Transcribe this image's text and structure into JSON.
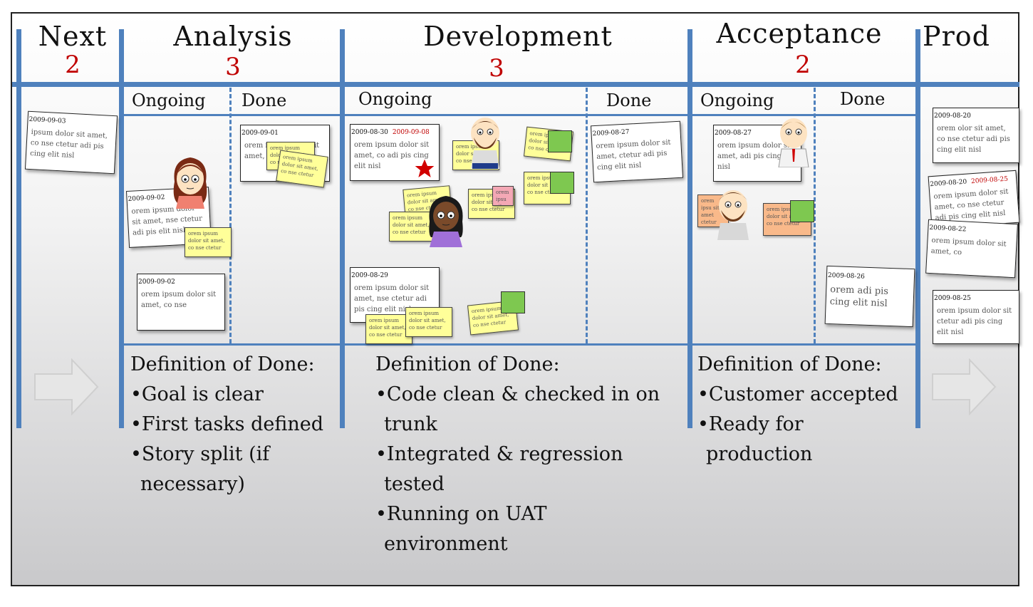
{
  "columns": [
    {
      "name": "Next",
      "wip": "2"
    },
    {
      "name": "Analysis",
      "wip": "3"
    },
    {
      "name": "Development",
      "wip": "3"
    },
    {
      "name": "Acceptance",
      "wip": "2"
    },
    {
      "name": "Prod"
    }
  ],
  "subcolumns": {
    "analysis_ongoing": "Ongoing",
    "analysis_done": "Done",
    "dev_ongoing": "Ongoing",
    "dev_done": "Done",
    "acc_ongoing": "Ongoing",
    "acc_done": "Done"
  },
  "cards": {
    "next_1": {
      "date": "2009-09-03",
      "text": "ipsum dolor sit amet, co nse ctetur adi pis cing elit nisl"
    },
    "an_1": {
      "date": "2009-09-02",
      "text": "orem ipsum dolor sit amet, nse ctetur adi pis elit nisl"
    },
    "an_2": {
      "date": "2009-09-02",
      "text": "orem ipsum dolor sit amet, co nse"
    },
    "an_done": {
      "date": "2009-09-01",
      "text": "orem ipsum dolor sit amet, co nse adi pis"
    },
    "dev_1": {
      "date": "2009-08-30",
      "due": "2009-09-08",
      "text": "orem ipsum dolor sit amet, co adi pis cing elit nisl"
    },
    "dev_2": {
      "date": "2009-08-29",
      "text": "orem ipsum dolor sit amet, nse ctetur adi pis cing elit nisl"
    },
    "dev_done": {
      "date": "2009-08-27",
      "text": "orem ipsum dolor sit amet, ctetur adi pis cing elit nisl"
    },
    "acc_1": {
      "date": "2009-08-27",
      "text": "orem ipsum dolor sit amet, adi pis cing elit nisl"
    },
    "acc_done": {
      "date": "2009-08-26",
      "text": "orem adi pis cing elit nisl"
    },
    "prod_1": {
      "date": "2009-08-20",
      "text": "orem olor sit amet, co nse ctetur adi pis cing elit nisl"
    },
    "prod_2": {
      "date": "2009-08-20",
      "due": "2009-08-25",
      "text": "orem ipsum dolor sit amet, co nse ctetur adi pis cing elit nisl"
    },
    "prod_3": {
      "date": "2009-08-22",
      "text": "orem ipsum dolor sit amet, co"
    },
    "prod_4": {
      "date": "2009-08-25",
      "text": "orem ipsum dolor sit ctetur adi pis cing elit nisl"
    }
  },
  "notes": {
    "short": "orem ipsum dolor sit amet, co nse ctetur",
    "tiny": "orem ipsu sit amet ctetur"
  },
  "definitions": {
    "analysis": {
      "title": "Definition of Done:",
      "items": [
        "•Goal is clear",
        "•First tasks defined",
        "•Story split (if",
        "necessary)"
      ]
    },
    "development": {
      "title": "Definition of Done:",
      "items": [
        "•Code clean & checked in on",
        "trunk",
        "•Integrated & regression",
        "tested",
        "•Running on UAT",
        "environment"
      ]
    },
    "acceptance": {
      "title": "Definition of Done:",
      "items": [
        "•Customer accepted",
        "•Ready for",
        "production"
      ]
    }
  },
  "colors": {
    "line": "#4f81bd",
    "wip": "#c00000",
    "note_yellow": "#ffff99",
    "note_orange": "#f9b98a",
    "done_green": "#7ec850"
  }
}
